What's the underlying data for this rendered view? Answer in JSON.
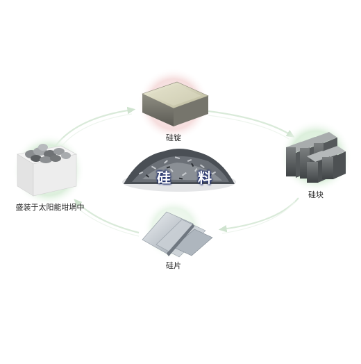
{
  "labels": {
    "ingot": "硅锭",
    "block": "硅块",
    "wafer": "硅片",
    "crucible": "盛装于太阳能坩埚中",
    "center": "硅 料"
  },
  "colors": {
    "ring": "#cfe3cf",
    "halo_pink": "#f6dede",
    "halo_green": "#dcefdc",
    "center_text_shadow": "#1b2a6b"
  }
}
